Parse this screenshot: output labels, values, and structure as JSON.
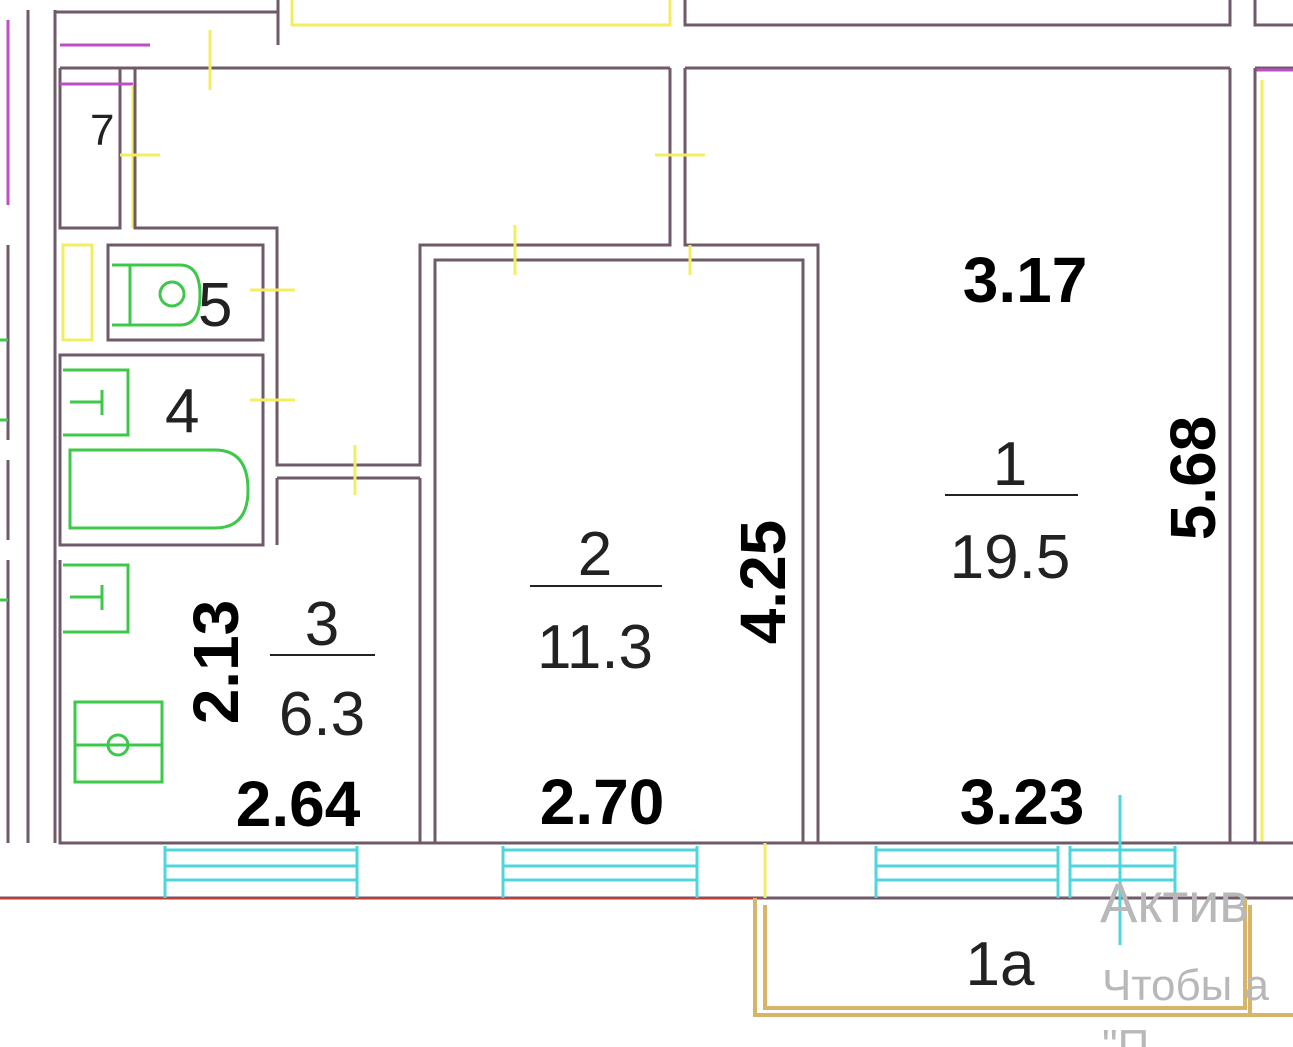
{
  "plan": {
    "rooms": [
      {
        "number": "1",
        "area": "19.5"
      },
      {
        "number": "2",
        "area": "11.3"
      },
      {
        "number": "3",
        "area": "6.3"
      },
      {
        "number": "4"
      },
      {
        "number": "5"
      },
      {
        "number": "7"
      },
      {
        "number": "1a"
      }
    ],
    "dimensions": {
      "room1_top": "3.17",
      "room1_bottom": "3.23",
      "room1_side": "5.68",
      "room2_bottom": "2.70",
      "room2_side": "4.25",
      "room3_bottom": "2.64",
      "room3_side": "2.13"
    }
  },
  "watermark": {
    "line1": "Актив",
    "line2": "Чтобы а",
    "line3": "\"П"
  },
  "colors": {
    "wall": "#6e5a68",
    "plumbing": "#3ec84a",
    "window": "#4fd6dc",
    "balcony": "#d6b46a"
  }
}
